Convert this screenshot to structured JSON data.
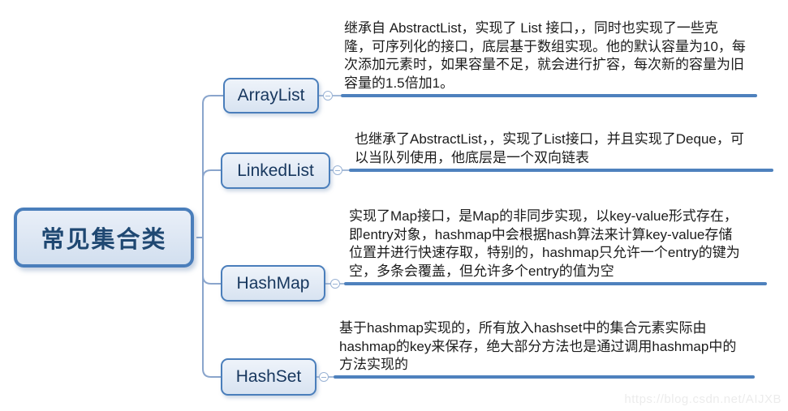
{
  "root": {
    "label": "常见集合类"
  },
  "branches": [
    {
      "label": "ArrayList",
      "description": "继承自 AbstractList，实现了 List 接口，，同时也实现了一些克\n隆，可序列化的接口，底层基于数组实现。他的默认容量为10，每\n次添加元素时，如果容量不足，就会进行扩容，每次新的容量为旧\n容量的1.5倍加1。"
    },
    {
      "label": "LinkedList",
      "description": "也继承了AbstractList，，实现了List接口，并且实现了Deque，可\n以当队列使用，他底层是一个双向链表"
    },
    {
      "label": "HashMap",
      "description": "实现了Map接口，是Map的非同步实现，以key-value形式存在，\n即entry对象，hashmap中会根据hash算法来计算key-value存储\n位置并进行快速存取，特别的，hashmap只允许一个entry的键为\n空，多条会覆盖，但允许多个entry的值为空"
    },
    {
      "label": "HashSet",
      "description": "基于hashmap实现的，所有放入hashset中的集合元素实际由\nhashmap的key来保存，绝大部分方法也是通过调用hashmap中的\n方法实现的"
    }
  ],
  "watermark": "https://blog.csdn.net/AIJXB",
  "colors": {
    "node_border": "#4a7ebb",
    "node_fill": "#dce6f2",
    "node_text": "#17375e",
    "underline": "#4e81bd",
    "connector": "#8aa5cc",
    "description_text": "#1c1c1c"
  }
}
